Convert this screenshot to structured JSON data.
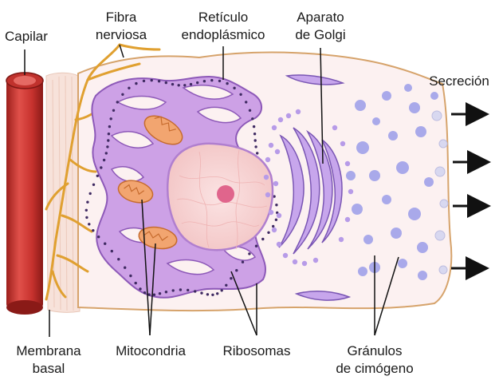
{
  "labels": {
    "capilar": "Capilar",
    "fibra_1": "Fibra",
    "fibra_2": "nerviosa",
    "reticulo_1": "Retículo",
    "reticulo_2": "endoplásmico",
    "golgi_1": "Aparato",
    "golgi_2": "de Golgi",
    "secrecion": "Secreción",
    "membrana_1": "Membrana",
    "membrana_2": "basal",
    "mitocondria": "Mitocondria",
    "ribosomas": "Ribosomas",
    "granulos_1": "Gránulos",
    "granulos_2": "de cimógeno"
  },
  "colors": {
    "capillary": "#d63a36",
    "capillary_dark": "#8e1a17",
    "nerve": "#e0a030",
    "er": "#b98ad8",
    "er_dark": "#5a3a86",
    "cell_fill": "#fbeff0",
    "cell_border": "#d7a66a",
    "nucleus": "#f6cfcf",
    "mitochondria": "#f2a570",
    "granules": "#a9a9ea"
  }
}
